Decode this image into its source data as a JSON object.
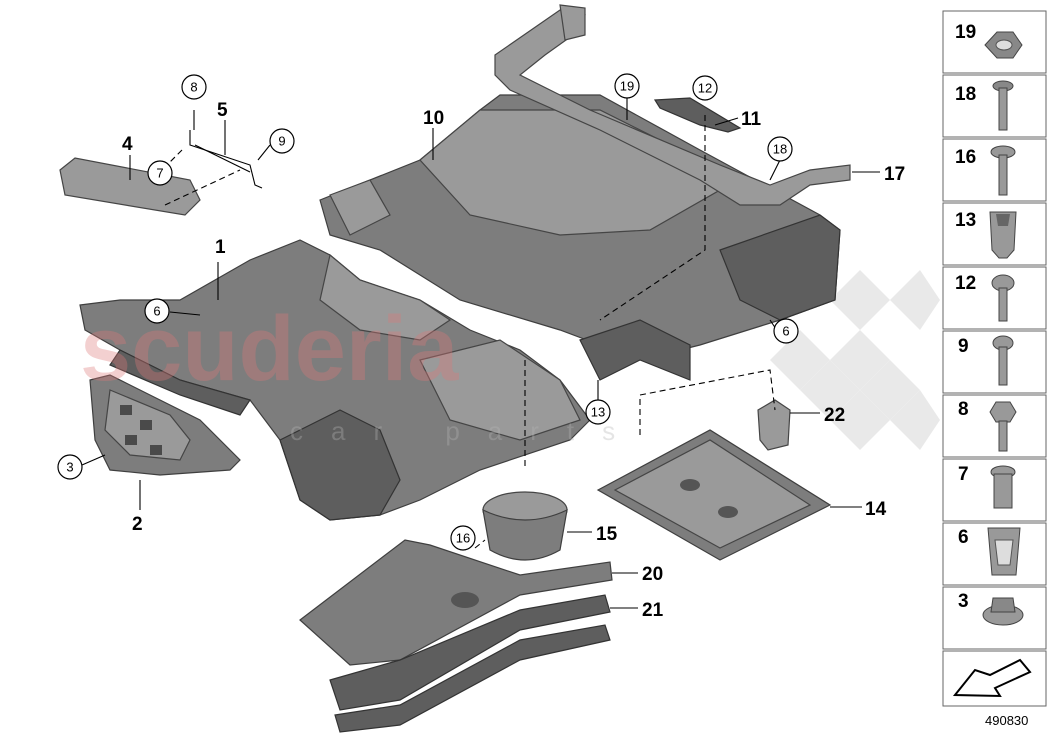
{
  "watermark": {
    "main": "scuderia",
    "sub": "car parts"
  },
  "reference_number": "490830",
  "callouts": [
    {
      "label": "1"
    },
    {
      "label": "2"
    },
    {
      "label": "3"
    },
    {
      "label": "4"
    },
    {
      "label": "5"
    },
    {
      "label": "6"
    },
    {
      "label": "6"
    },
    {
      "label": "7"
    },
    {
      "label": "8"
    },
    {
      "label": "9"
    },
    {
      "label": "10"
    },
    {
      "label": "11"
    },
    {
      "label": "12"
    },
    {
      "label": "13"
    },
    {
      "label": "14"
    },
    {
      "label": "15"
    },
    {
      "label": "16"
    },
    {
      "label": "17"
    },
    {
      "label": "18"
    },
    {
      "label": "19"
    },
    {
      "label": "20"
    },
    {
      "label": "21"
    },
    {
      "label": "22"
    }
  ],
  "sidebar": {
    "items": [
      {
        "label": "19",
        "icon": "hex-flange-nut-icon"
      },
      {
        "label": "18",
        "icon": "flange-screw-icon"
      },
      {
        "label": "16",
        "icon": "pan-head-screw-icon"
      },
      {
        "label": "13",
        "icon": "expanding-nut-icon"
      },
      {
        "label": "12",
        "icon": "button-head-screw-icon"
      },
      {
        "label": "9",
        "icon": "torx-screw-icon"
      },
      {
        "label": "8",
        "icon": "collar-screw-icon"
      },
      {
        "label": "7",
        "icon": "rivet-nut-icon"
      },
      {
        "label": "6",
        "icon": "clip-icon"
      },
      {
        "label": "3",
        "icon": "collar-nut-icon"
      }
    ],
    "direction_icon": "front-arrow-icon"
  }
}
